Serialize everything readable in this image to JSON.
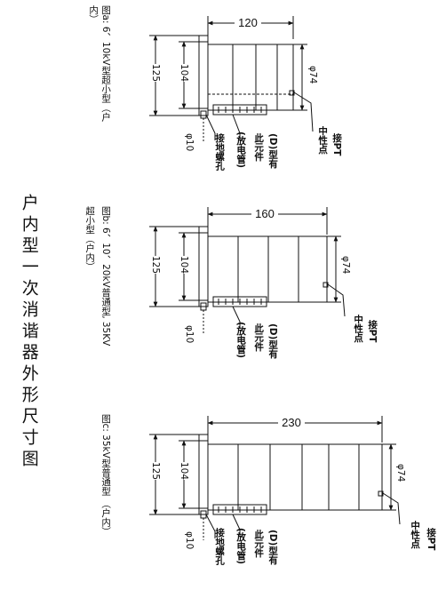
{
  "main_title": "户内型一次消谐器外形尺寸图",
  "figures": [
    {
      "caption_line1": "图a: 6、10kV型超小型（户",
      "caption_line2": "内）",
      "dim_length": "120",
      "dim_height_outer": "125",
      "dim_height_inner": "104",
      "dim_diameter": "φ74",
      "dim_hole": "φ10",
      "label_pt_1": "接PT",
      "label_pt_2": "中性点",
      "label_element_1": "(D)型有",
      "label_element_2": "此元件",
      "label_element_3": "(放电管)",
      "label_ground": "接地螺孔"
    },
    {
      "caption_line1": "图b: 6、10、20kV普通型, 35KV",
      "caption_line2": "超小型（户内）",
      "dim_length": "160",
      "dim_height_outer": "125",
      "dim_height_inner": "104",
      "dim_diameter": "φ74",
      "dim_hole": "φ10",
      "label_pt_1": "接PT",
      "label_pt_2": "中性点",
      "label_element_1": "(D)型有",
      "label_element_2": "此元件",
      "label_element_3": "(放电管)",
      "label_ground": ""
    },
    {
      "caption_line1": "图c: 35kV型普通型 （户内）",
      "caption_line2": "",
      "dim_length": "230",
      "dim_height_outer": "125",
      "dim_height_inner": "104",
      "dim_diameter": "φ74",
      "dim_hole": "φ10",
      "label_pt_1": "接PT",
      "label_pt_2": "中性点",
      "label_element_1": "(D)型有",
      "label_element_2": "此元件",
      "label_element_3": "(放电管)",
      "label_ground": "接地螺孔"
    }
  ]
}
